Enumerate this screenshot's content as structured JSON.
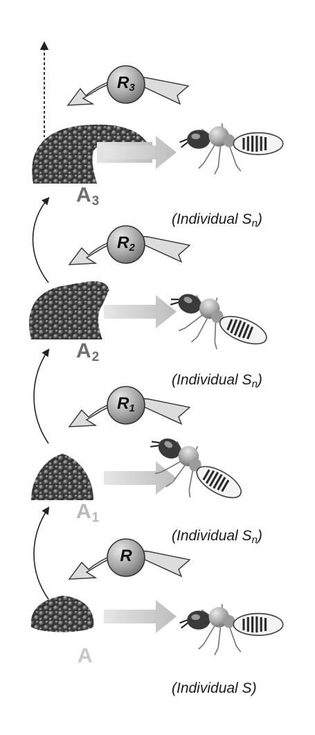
{
  "stages": [
    {
      "id": "A3",
      "label": "A",
      "subscript": "3",
      "color": "#6e6e6e",
      "regulator": "R",
      "regulator_sub": "3",
      "individual_prefix": "(Individual S",
      "individual_sub": "n",
      "individual_suffix": ")"
    },
    {
      "id": "A2",
      "label": "A",
      "subscript": "2",
      "color": "#6e6e6e",
      "regulator": "R",
      "regulator_sub": "2",
      "individual_prefix": "(Individual S",
      "individual_sub": "n",
      "individual_suffix": ")"
    },
    {
      "id": "A1",
      "label": "A",
      "subscript": "1",
      "color": "#b9b9b9",
      "regulator": "R",
      "regulator_sub": "1",
      "individual_prefix": "(Individual S",
      "individual_sub": "n",
      "individual_suffix": ")"
    },
    {
      "id": "A",
      "label": "A",
      "subscript": "",
      "color": "#c8c8c8",
      "regulator": "R",
      "regulator_sub": "",
      "individual_prefix": "(Individual S",
      "individual_sub": "",
      "individual_suffix": ")"
    }
  ],
  "colors": {
    "pile": "#3c3c3c",
    "ball": "#6a6a6a",
    "arrow_stroke": "#222222",
    "stimulus_arrow": "#c6c6c6",
    "circle_fill": "#b5b5b5",
    "ribbon_fill": "#dcdcdc"
  }
}
